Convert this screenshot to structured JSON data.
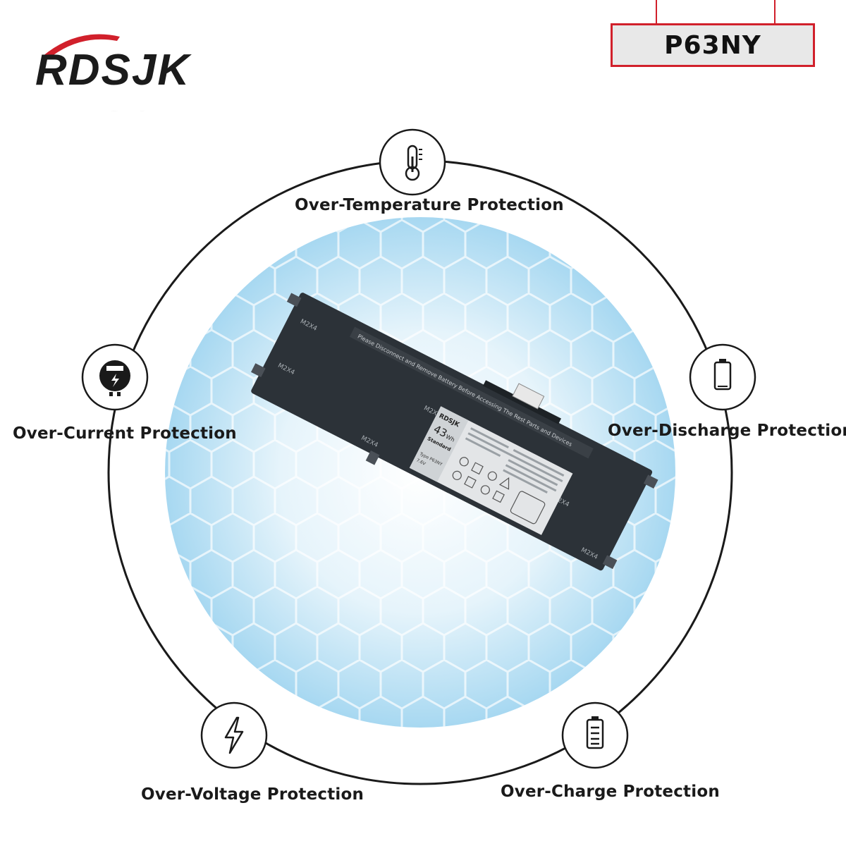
{
  "brand": {
    "logo_text": "RDSJK"
  },
  "model": {
    "code": "P63NY"
  },
  "features": [
    {
      "label": "Over-Temperature Protection",
      "icon": "thermometer-icon"
    },
    {
      "label": "Over-Current Protection",
      "icon": "current-meter-icon"
    },
    {
      "label": "Over-Discharge Protection",
      "icon": "battery-empty-icon"
    },
    {
      "label": "Over-Voltage Protection",
      "icon": "lightning-bolt-icon"
    },
    {
      "label": "Over-Charge Protection",
      "icon": "battery-full-icon"
    }
  ],
  "battery": {
    "label_brand": "RDSJK",
    "capacity": "43",
    "capacity_unit": "Wh",
    "grade": "Standard",
    "type_line": "Type P63NY",
    "voltage_line": "7.6V",
    "warning_text": "Please Disconnect and Remove Battery Before Accessing The Rest Parts and Devices",
    "screw_marks": [
      "M2X4",
      "M2X4",
      "M2X4",
      "M2X4",
      "M2X4",
      "M2X4"
    ]
  },
  "colors": {
    "accent": "#d1202b",
    "battery_body": "#2c3238",
    "glow": "#cfe9f7"
  }
}
